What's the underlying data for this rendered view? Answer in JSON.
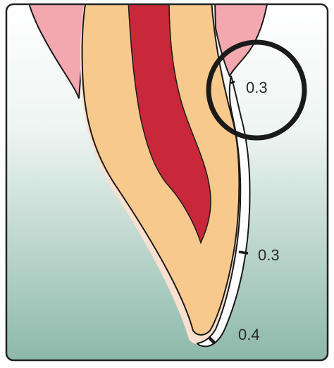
{
  "labels": {
    "cervical": "0.3",
    "middle": "0.3",
    "incisal": "0.4"
  },
  "colors": {
    "background_top": "#ffffff",
    "background_bottom": "#8cb8aa",
    "frame": "#222222",
    "gingiva": "#f2a8ae",
    "dentin": "#f8c98c",
    "pulp": "#c8283a",
    "enamel_tint": "#fbe0d0",
    "veneer": "#ffffff",
    "outline": "#1a1a1a",
    "highlight_circle": "#1a1a1a",
    "label_text": "#2a2a2a"
  }
}
